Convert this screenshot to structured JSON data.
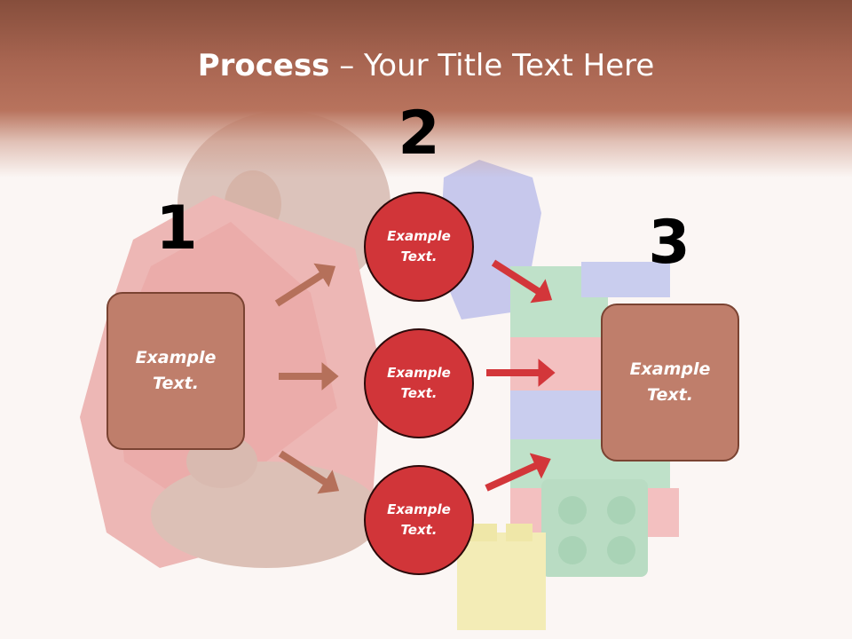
{
  "title": {
    "bold": "Process",
    "rest": " – Your Title Text Here"
  },
  "step_numbers": [
    "1",
    "2",
    "3"
  ],
  "left_box": "Example Text.",
  "right_box": "Example Text.",
  "circles": [
    "Example Text.",
    "Example Text.",
    "Example Text."
  ],
  "colors": {
    "header": "#a86551",
    "box_fill": "#bf7e6b",
    "circle_fill": "#d13539",
    "left_arrow": "#b5705a",
    "right_arrow": "#d3363a"
  }
}
